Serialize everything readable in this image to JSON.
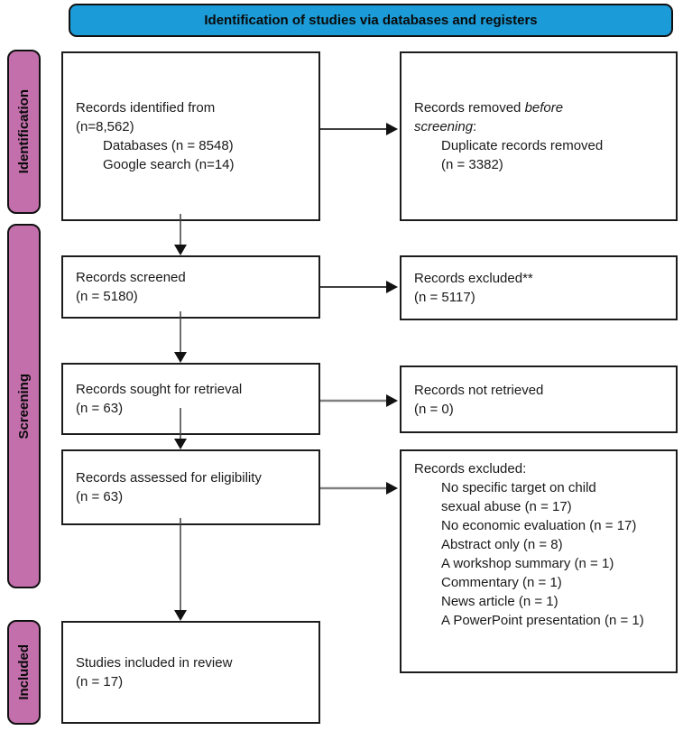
{
  "banner": {
    "label": "Identification of studies via databases and registers"
  },
  "stages": [
    {
      "label": "Identification"
    },
    {
      "label": "Screening"
    },
    {
      "label": "Included"
    }
  ],
  "colors": {
    "banner_blue": "#1B9BD7",
    "stage_pink": "#C36FAC",
    "connector_dark": "#3f3f3f",
    "connector_gray": "#808080",
    "arrowhead_black": "#111111"
  },
  "boxes": {
    "identified": {
      "lines": [
        {
          "text": "Records identified from"
        },
        {
          "text": "(n=8,562)"
        },
        {
          "text": "Databases (n = 8548)",
          "indent": true
        },
        {
          "text": "Google search (n=14)",
          "indent": true
        }
      ]
    },
    "removed": {
      "lines": [
        {
          "segments": [
            {
              "text": "Records removed "
            },
            {
              "text": "before",
              "italic": true
            }
          ]
        },
        {
          "segments": [
            {
              "text": "screening",
              "italic": true
            },
            {
              "text": ":"
            }
          ]
        },
        {
          "text": "Duplicate records removed",
          "indent": true
        },
        {
          "text": "(n = 3382)",
          "indent": true
        }
      ]
    },
    "screened": {
      "lines": [
        {
          "text": "Records screened"
        },
        {
          "text": "(n = 5180)"
        }
      ]
    },
    "excluded": {
      "lines": [
        {
          "text": "Records excluded**"
        },
        {
          "text": "(n = 5117)"
        }
      ]
    },
    "sought": {
      "lines": [
        {
          "text": "Records sought for retrieval"
        },
        {
          "text": "(n = 63)"
        }
      ]
    },
    "not_retrieved": {
      "lines": [
        {
          "text": "Records not retrieved"
        },
        {
          "text": "(n = 0)"
        }
      ]
    },
    "assessed": {
      "lines": [
        {
          "text": "Records assessed for eligibility"
        },
        {
          "text": "(n = 63)"
        }
      ]
    },
    "excluded_reasons": {
      "lines": [
        {
          "text": "Records excluded:"
        },
        {
          "text": "No specific target on child",
          "indent": true
        },
        {
          "text": "sexual abuse (n = 17)",
          "indent": true
        },
        {
          "text": "No economic evaluation (n = 17)",
          "indent": true
        },
        {
          "text": "Abstract only (n = 8)",
          "indent": true
        },
        {
          "text": "A workshop summary (n = 1)",
          "indent": true
        },
        {
          "text": "Commentary (n = 1)",
          "indent": true
        },
        {
          "text": "News article (n = 1)",
          "indent": true
        },
        {
          "text": "A PowerPoint presentation (n = 1)",
          "indent": true
        }
      ]
    },
    "included": {
      "lines": [
        {
          "text": "Studies included in review"
        },
        {
          "text": "(n = 17)"
        }
      ]
    }
  }
}
